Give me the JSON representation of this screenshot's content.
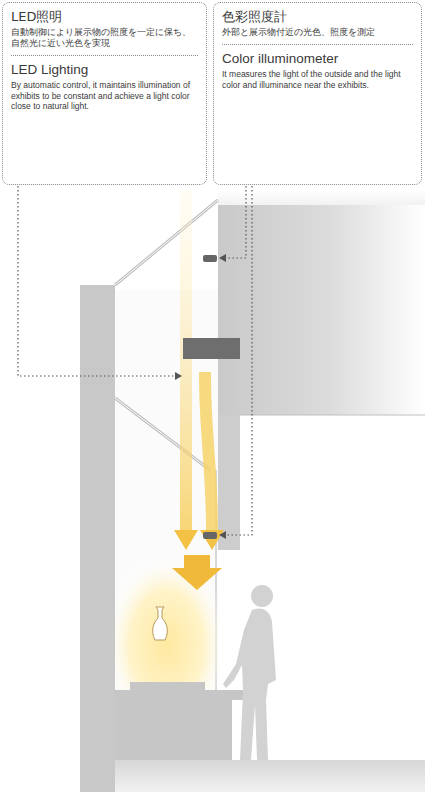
{
  "diagram": {
    "nodes": [
      {
        "text": [
          "LED照明",
          "自動制御により展示物の照度を一定に保ち、自然光に近い光色を実現",
          "LED Lighting",
          "By automatic control, it maintains illumination of exhibits to be constant and achieve a light color close to natural light."
        ]
      },
      {
        "text": [
          "色彩照度計",
          "外部と展示物付近の光色、照度を測定",
          "Color illuminometer",
          "It measures the light of the outside and the light color and illuminance near the exhibits."
        ]
      }
    ]
  }
}
